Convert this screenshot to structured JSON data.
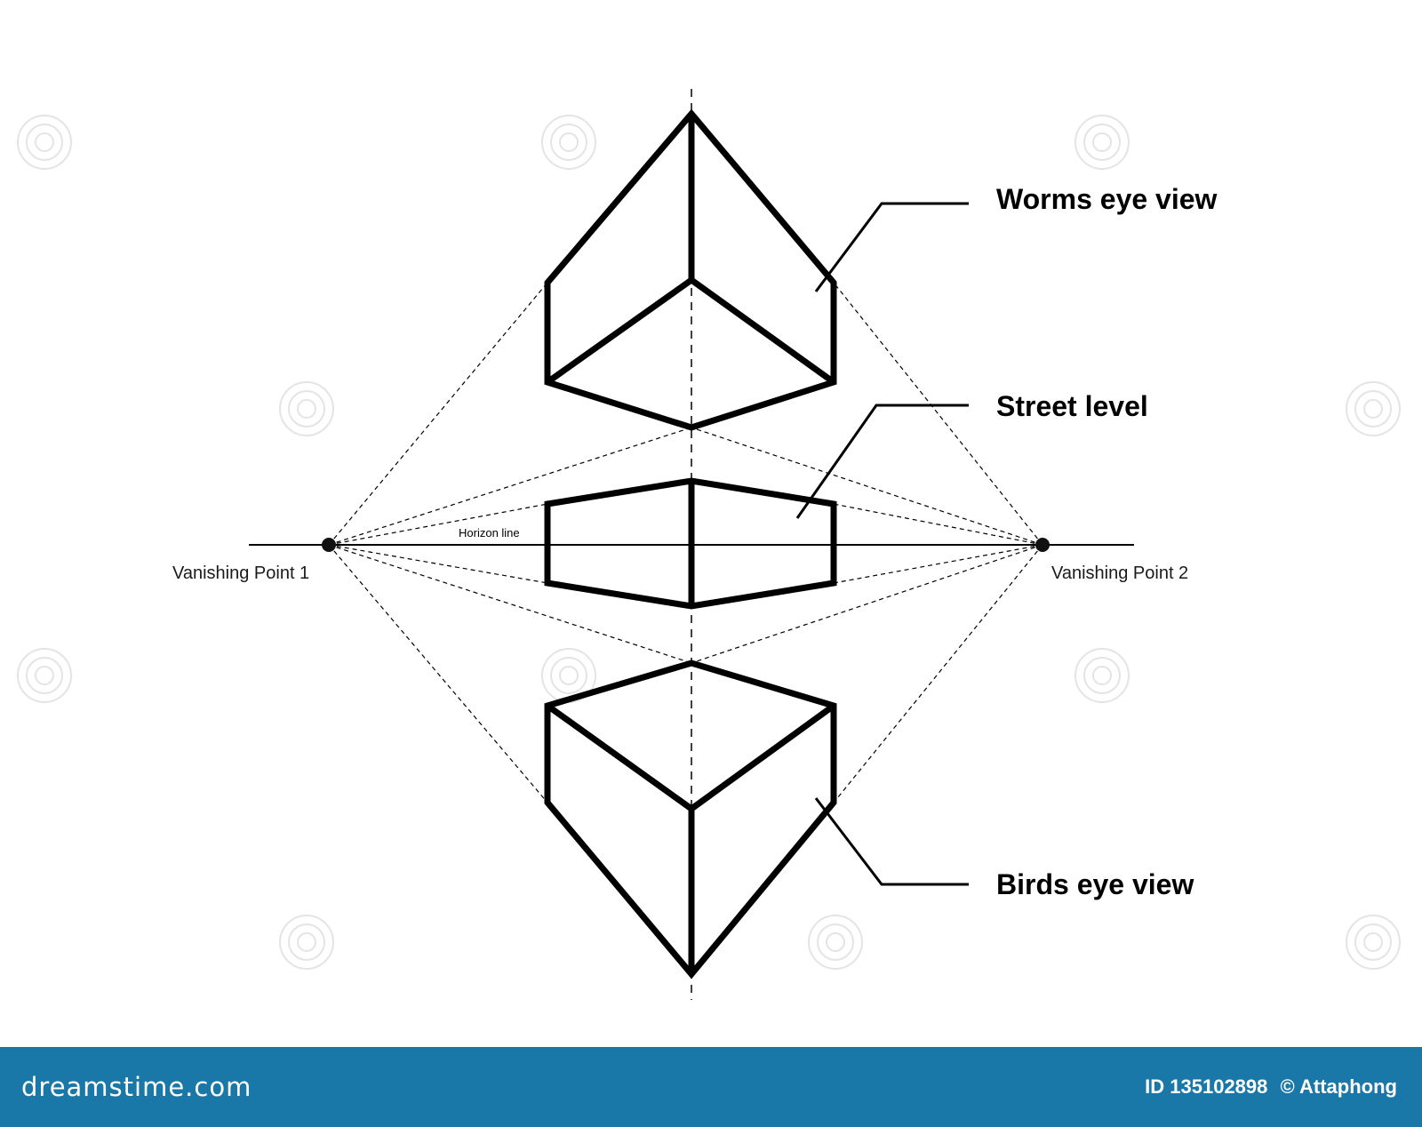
{
  "diagram": {
    "horizon_label": "Horizon line",
    "vanishing_point_1": "Vanishing Point 1",
    "vanishing_point_2": "Vanishing Point 2",
    "labels": {
      "worms_eye": "Worms eye view",
      "street_level": "Street level",
      "birds_eye": "Birds eye view"
    }
  },
  "footer": {
    "logo": "dreamstime.com",
    "image_id": "ID 135102898",
    "credit": "© Attaphong",
    "background_color": "#1a78a8"
  }
}
